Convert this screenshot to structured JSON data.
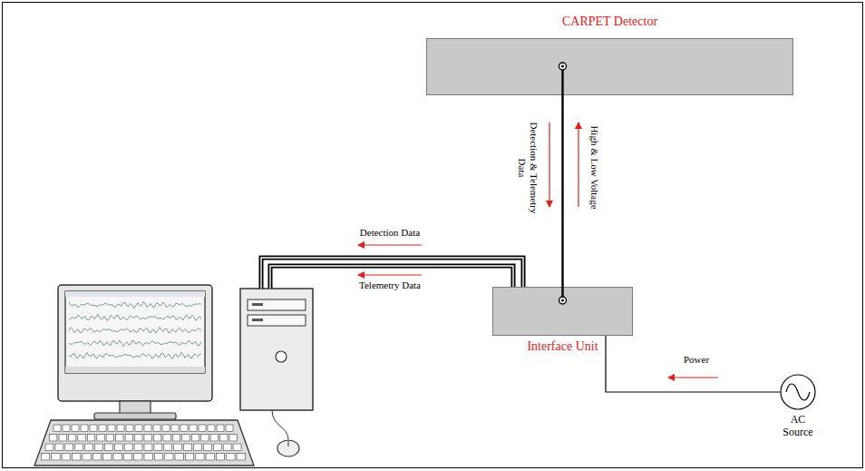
{
  "diagram": {
    "nodes": [
      {
        "text": [
          "CARPET Detector"
        ]
      },
      {
        "text": [
          "Interface Unit"
        ]
      },
      {
        "text": [
          "AC Source"
        ]
      }
    ],
    "edges": [
      {
        "from": 0,
        "to": 1,
        "arrow": "none"
      },
      {
        "from": 2,
        "to": 1,
        "arrow": "none",
        "label": "Power"
      }
    ],
    "labels": [
      "Detection & Telemetry Data",
      "High & Low Voltage",
      "Detection Data",
      "Telemetry Data"
    ]
  }
}
